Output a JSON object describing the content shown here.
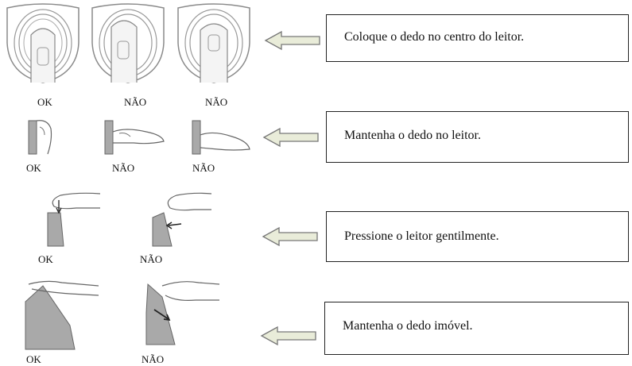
{
  "steps": [
    {
      "instruction": "Coloque o dedo no centro do leitor.",
      "labels": [
        "OK",
        "NÃO",
        "NÃO"
      ]
    },
    {
      "instruction": "Mantenha o dedo no leitor.",
      "labels": [
        "OK",
        "NÃO",
        "NÃO"
      ]
    },
    {
      "instruction": "Pressione o leitor gentilmente.",
      "labels": [
        "OK",
        "NÃO"
      ]
    },
    {
      "instruction": "Mantenha o dedo imóvel.",
      "labels": [
        "OK",
        "NÃO"
      ]
    }
  ],
  "colors": {
    "sensor_gray": "#a9a9a9",
    "line": "#555555",
    "arrow_fill": "#e9ecd9"
  }
}
